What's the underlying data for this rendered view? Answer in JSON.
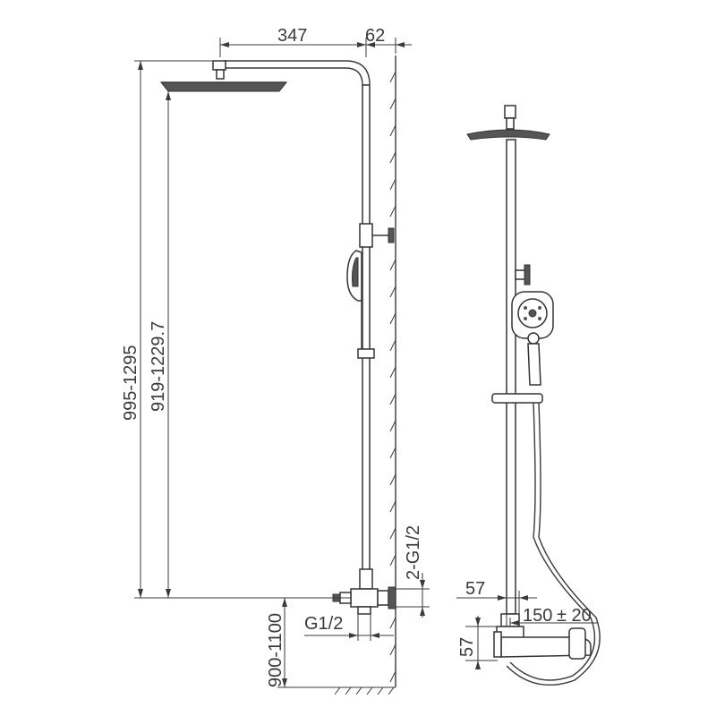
{
  "dimensions": {
    "arm_reach": "347",
    "wall_offset": "62",
    "total_height": "995-1295",
    "head_height": "919-1229.7",
    "inlet_thread": "2-G1/2",
    "outlet_thread": "G1/2",
    "mount_height": "900-1100",
    "front_width": "57",
    "spout_length": "150",
    "spout_tolerance": "± 20",
    "front_height": "57"
  }
}
